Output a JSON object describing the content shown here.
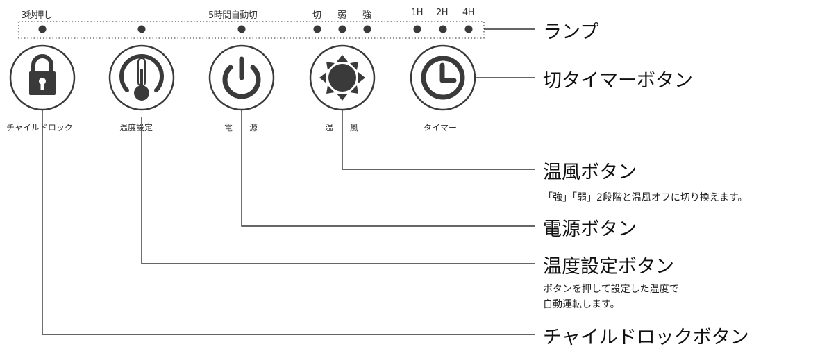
{
  "lamp_labels": {
    "three_sec": "3秒押し",
    "auto_off": "5時間自動切",
    "off": "切",
    "weak": "弱",
    "strong": "強",
    "h1": "1H",
    "h2": "2H",
    "h4": "4H"
  },
  "button_labels": {
    "child_lock": "チャイルドロック",
    "temp_setting": "温度設定",
    "power_left": "電",
    "power_right": "源",
    "warm_left": "温",
    "warm_right": "風",
    "timer": "タイマー"
  },
  "callouts": {
    "lamp": "ランプ",
    "timer_off_button": "切タイマーボタン",
    "warm_air_button": "温風ボタン",
    "warm_air_desc": "「強」「弱」2段階と温風オフに切り換えます。",
    "power_button": "電源ボタン",
    "temp_button": "温度設定ボタン",
    "temp_desc_line1": "ボタンを押して設定した温度で",
    "temp_desc_line2": "自動運転します。",
    "child_lock_button": "チャイルドロックボタン"
  },
  "colors": {
    "icon": "#3a3a3a",
    "line": "#333333",
    "dotted_frame": "#555555"
  },
  "icons": [
    "padlock-icon",
    "thermometer-icon",
    "power-icon",
    "fan-icon",
    "clock-icon"
  ]
}
